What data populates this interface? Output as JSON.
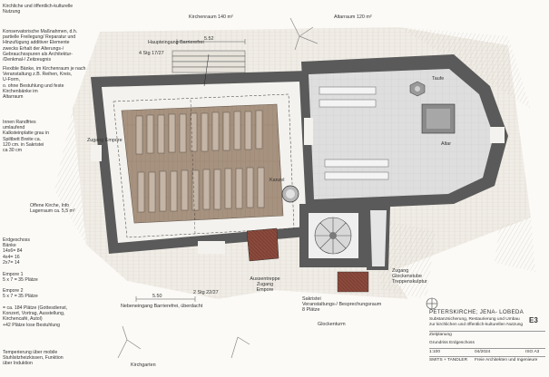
{
  "notes": {
    "n1": "Kirchliche und öffentlich-kulturelle\nNutzung",
    "n2": "Konservatorische Maßnahmen, d.h.\npartielle Freilegung/ Reparatur und\nHinzufügung additiver Elemente\nzwecks Erhalt der Alterungs-/\nGebrauchsspuren als Architektur-\n/Denkmal-/ Zeitzeugnis",
    "n3": "Flexible Bänke, im Kirchenraum je nach\nVeranstaltung z.B. Reihen, Kreis,\nU-Form,\no. ohne Bestuhlung und feste\nKirchenbänke im\nAltarraum",
    "n4": "Innen Randfries\numlaufend\nKalksteinplatte grau in\nSpiltbett Breite ca.\n120 cm. in Sakristei\nca 30 cm",
    "n5": "Offene Kirche, Info\nLagerraum ca. 5,5 m²",
    "n6": "Erdgeschoss\nBänke\n14x6= 84\n4x4= 16\n2x7= 14",
    "n7": "Empore 1\n5 x 7 = 35 Plätze",
    "n8": "Empore 2\n5 x 7 = 35 Plätze",
    "n9": "= ca. 184 Plätze (Gottesdienst,\nKonzert, Vortrag, Ausstellung,\nKirchencafé, Autol)\n+42 Plätze lose Bestuhlung",
    "n10": "Temperierung über mobile\nStuhlsitzheizkissen, Funktion\nüber Induktion"
  },
  "labels": {
    "kirchenraum": "Kirchenraum 140 m²",
    "altarraum": "Altarraum 120 m²",
    "haupteingang": "Haupteingang Barrierefrei",
    "stg_top": "4 Stg 17/27",
    "dim_top": "5.52",
    "zugang_empore": "Zugang Empore",
    "kanzel": "Kanzel",
    "taufe": "Taufe",
    "altar": "Altar",
    "nebeneingang": "Nebeneingang Barrierefrei, überdacht",
    "stg_bottom": "2 Stg 22/27",
    "dim_bottom": "5.50",
    "aussentreppe": "Aussentreppe\nZugang\nEmpore",
    "sakristei": "Sakristei\nVeranstaltungs-/ Besprechungsraum\n8 Plätze",
    "glockenturm": "Glockenturm",
    "zugang_glocke": "Zugang\nGlockenstube\nTreppenskulptur",
    "kirchgarten": "Kirchgarten",
    "north": "N"
  },
  "titleblock": {
    "project": "PETERSKIRCHE; JENA- LOBEDA",
    "subtitle": "Substanzsicherung, Restaurierung und Umbau\nzur kirchlichen und öffentlich-kulturellen Nutzung",
    "plan_type": "Zielplanung",
    "sheet_name": "Grundriss Erdgeschoss",
    "sheet_code": "E3",
    "scale": "1:100",
    "date": "04/2024",
    "format": "ISO A3",
    "office": "SMITS + TANDLER",
    "office_info": "Freie Architekten und Ingenieure"
  },
  "colors": {
    "wall": "#555555",
    "wood_floor": "#a89584",
    "stone_floor": "#dcdcdc",
    "paving": "#ece7de",
    "grass": "#f2f1ea"
  }
}
